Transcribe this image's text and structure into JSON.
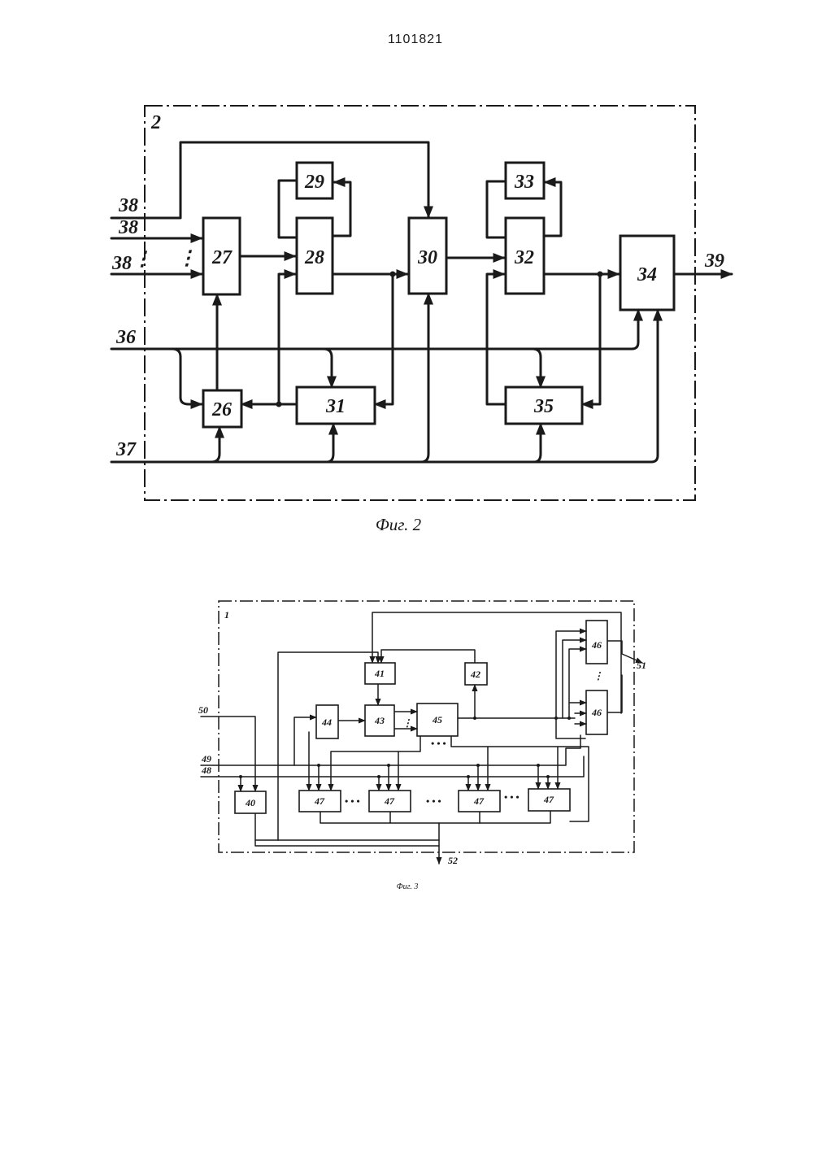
{
  "document": {
    "number": "1101821"
  },
  "fig2": {
    "caption": "Фиг. 2",
    "frame_label": "2",
    "blocks": {
      "b26": "26",
      "b27": "27",
      "b28": "28",
      "b29": "29",
      "b30": "30",
      "b31": "31",
      "b32": "32",
      "b33": "33",
      "b34": "34",
      "b35": "35"
    },
    "signals": {
      "in38": "38",
      "in36": "36",
      "in37": "37",
      "out39": "39",
      "ellipsis": "⋮"
    }
  },
  "fig3": {
    "caption": "Фиг. 3",
    "frame_label": "1",
    "blocks": {
      "b40": "40",
      "b41": "41",
      "b42": "42",
      "b43": "43",
      "b44": "44",
      "b45": "45",
      "b46": "46",
      "b47": "47"
    },
    "signals": {
      "in48": "48",
      "in49": "49",
      "in50": "50",
      "out51": "51",
      "out52": "52",
      "hdots": "• • •",
      "vdots": "⋮"
    }
  }
}
